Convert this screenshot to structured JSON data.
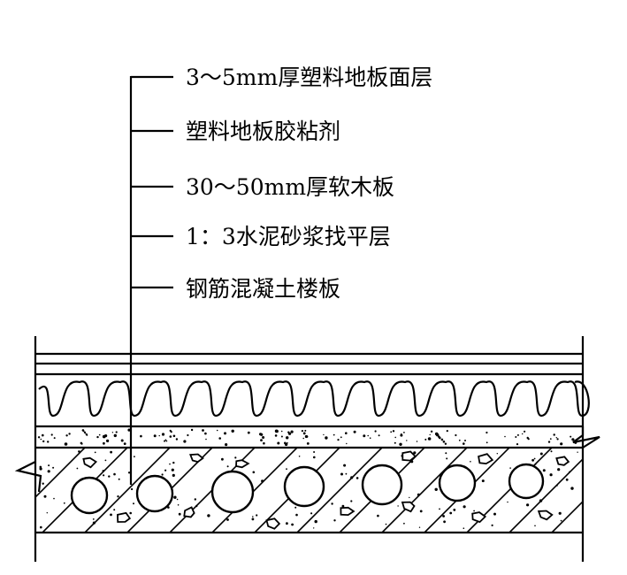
{
  "labels": [
    "3～5mm厚塑料地板面层",
    "塑料地板胶粘剂",
    "30～50mm厚软木板",
    "1：3水泥砂浆找平层",
    "钢筋混凝土楼板"
  ],
  "colors": {
    "line": "#000000",
    "background": "#ffffff"
  }
}
